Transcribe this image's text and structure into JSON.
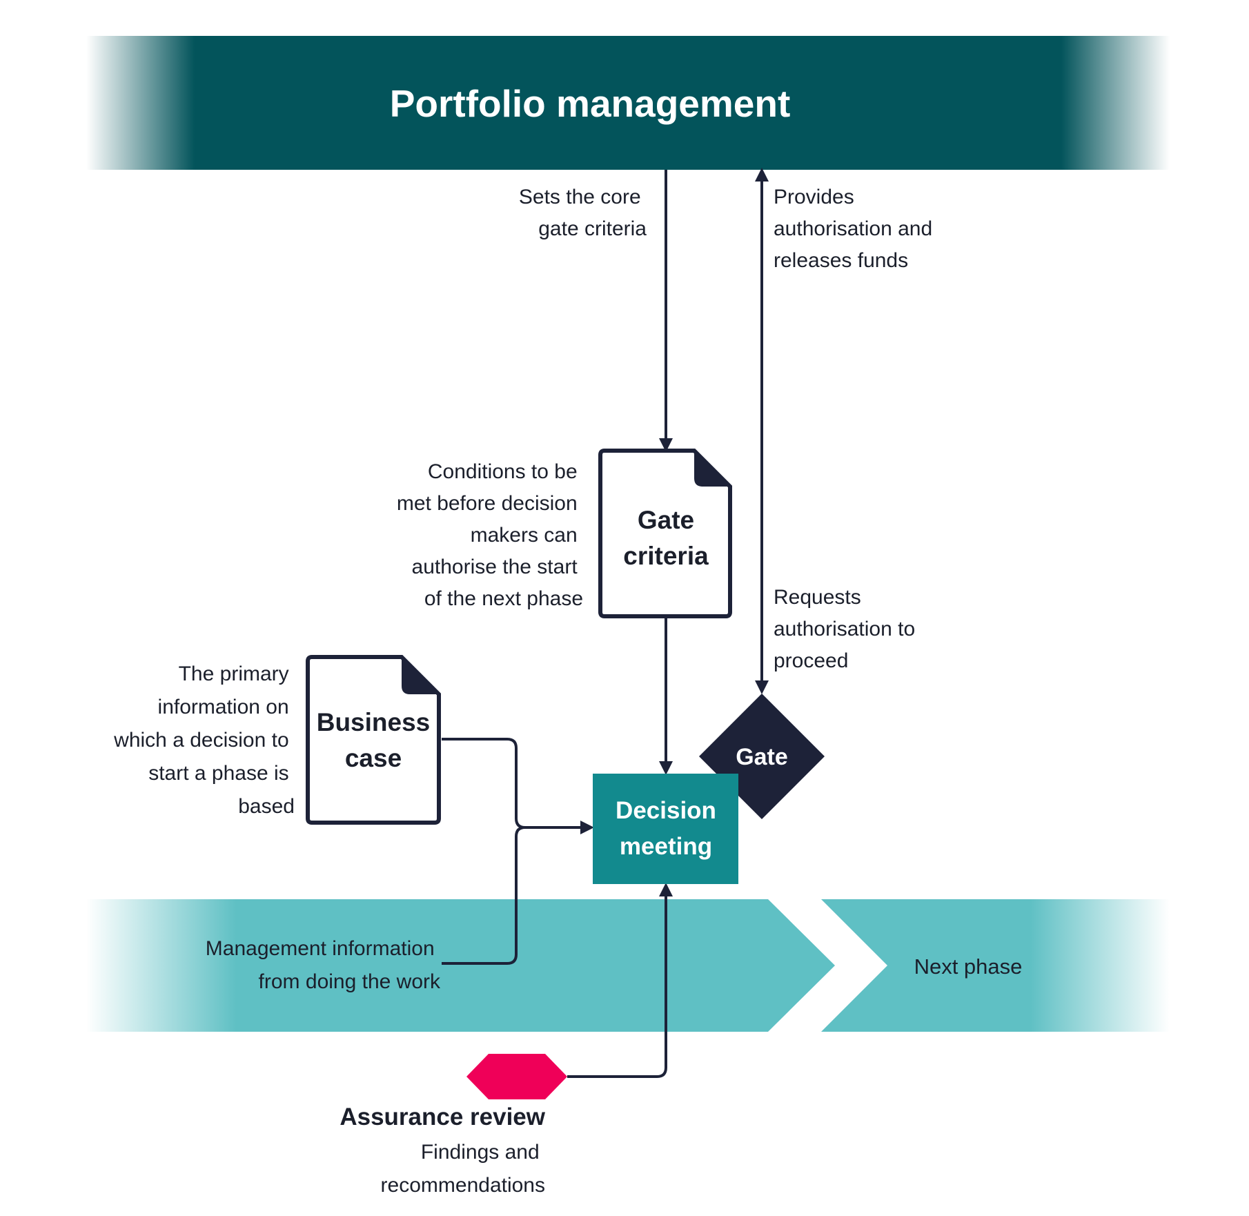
{
  "title": "Portfolio management",
  "nodes": {
    "gate_criteria": {
      "line1": "Gate",
      "line2": "criteria"
    },
    "business_case": {
      "line1": "Business",
      "line2": "case"
    },
    "decision_meeting": {
      "line1": "Decision",
      "line2": "meeting"
    },
    "gate": "Gate",
    "assurance_review": "Assurance review",
    "next_phase": "Next phase"
  },
  "labels": {
    "sets_core": [
      "Sets the core",
      "gate criteria"
    ],
    "provides_auth": [
      "Provides",
      "authorisation and",
      "releases funds"
    ],
    "conditions": [
      "Conditions to be",
      "met before decision",
      "makers can",
      "authorise the start",
      "of the next phase"
    ],
    "requests_auth": [
      "Requests",
      "authorisation to",
      "proceed"
    ],
    "primary_info": [
      "The primary",
      "information on",
      "which a decision to",
      "start a phase is",
      "based"
    ],
    "management_info": [
      "Management information",
      "from doing the work"
    ],
    "findings": [
      "Findings and",
      "recommendations"
    ]
  },
  "colors": {
    "portfolio_band": "#03545b",
    "phase_band": "#5fc0c4",
    "decision_box": "#128a8e",
    "gate_diamond": "#1d2238",
    "document_border": "#1d2238",
    "assurance_hexagon": "#ef0058",
    "text": "#1b1f2b",
    "white": "#ffffff"
  }
}
